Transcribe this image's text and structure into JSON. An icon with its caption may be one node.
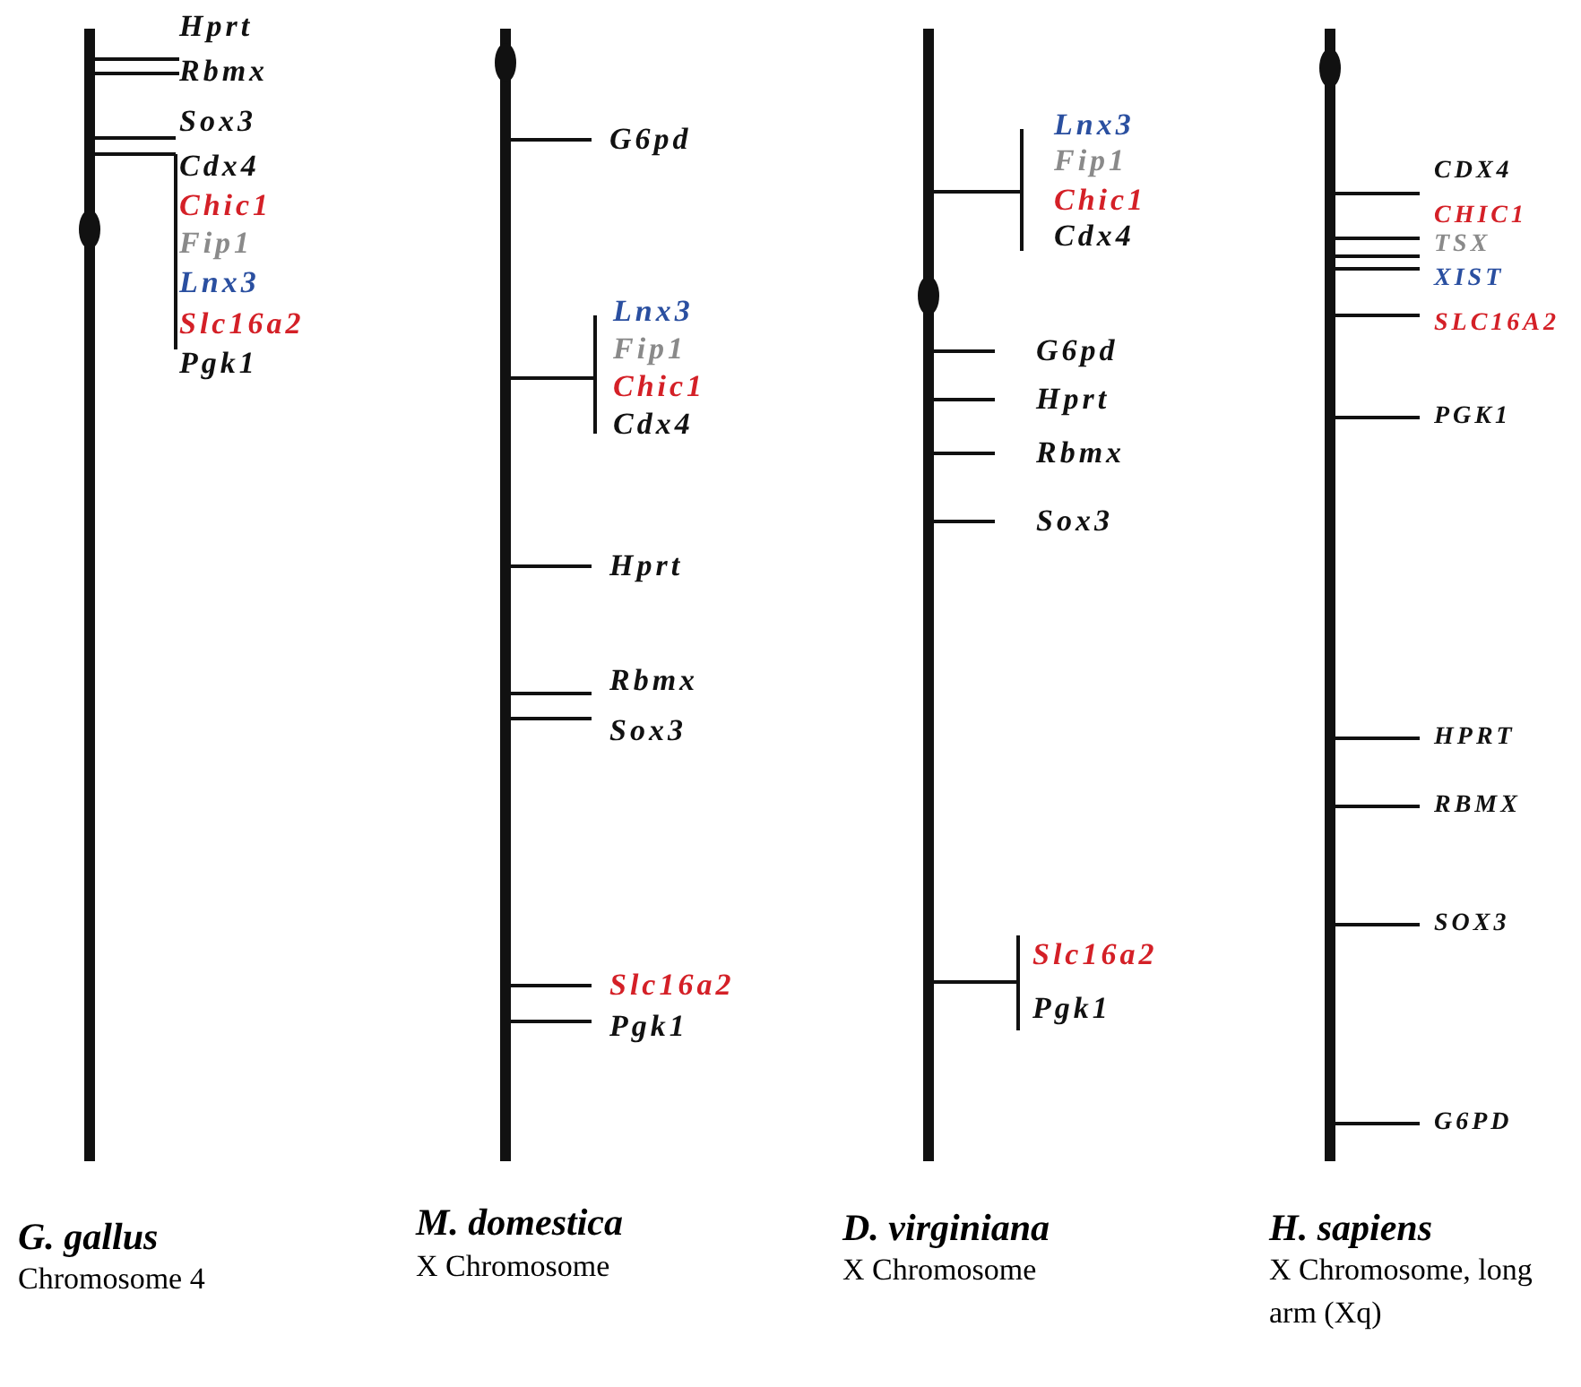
{
  "diagram": {
    "labels": [
      "Hprt",
      "Rbmx",
      "Sox3",
      "Cdx4",
      "Chic1",
      "Fip1",
      "Lnx3",
      "Slc16a2",
      "Pgk1",
      "G6pd",
      "Lnx3",
      "Fip1",
      "Chic1",
      "Cdx4",
      "Hprt",
      "Rbmx",
      "Sox3",
      "Slc16a2",
      "Pgk1",
      "Lnx3",
      "Fip1",
      "Chic1",
      "Cdx4",
      "G6pd",
      "Hprt",
      "Rbmx",
      "Sox3",
      "Slc16a2",
      "Pgk1",
      "CDX4",
      "CHIC1",
      "TSX",
      "XIST",
      "SLC16A2",
      "PGK1",
      "HPRT",
      "RBMX",
      "SOX3",
      "G6PD",
      "G. gallus",
      "Chromosome 4",
      "M. domestica",
      "X Chromosome",
      "D. virginiana",
      "X Chromosome",
      "H. sapiens",
      "X Chromosome, long arm (Xq)"
    ]
  }
}
